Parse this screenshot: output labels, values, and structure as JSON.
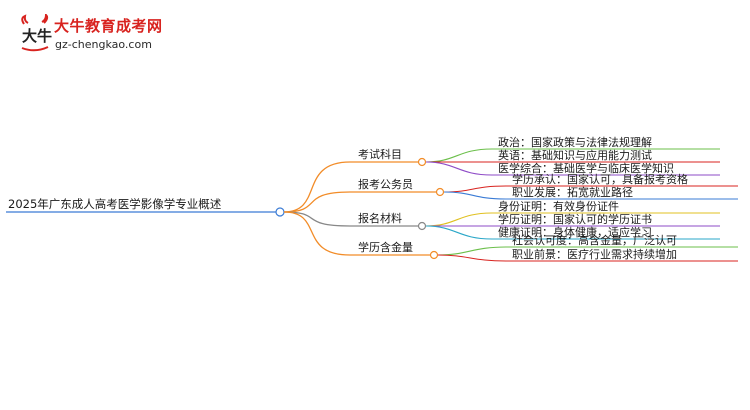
{
  "logo": {
    "glyph": "大牛",
    "site_name": "大牛教育成考网",
    "domain": "gz-chengkao.com",
    "brand_color": "#d8231f"
  },
  "mindmap": {
    "root": "2025年广东成人高考医学影像学专业概述",
    "branches": [
      {
        "label": "考试科目",
        "color": "#f28c28",
        "children": [
          {
            "label": "政治：国家政策与法律法规理解",
            "color": "#6bbf4a"
          },
          {
            "label": "英语：基础知识与应用能力测试",
            "color": "#d8231f"
          },
          {
            "label": "医学综合：基础医学与临床医学知识",
            "color": "#8e4bc7"
          }
        ]
      },
      {
        "label": "报考公务员",
        "color": "#f28c28",
        "children": [
          {
            "label": "学历承认：国家认可，具备报考资格",
            "color": "#d8231f"
          },
          {
            "label": "职业发展：拓宽就业路径",
            "color": "#3a7bd5"
          }
        ]
      },
      {
        "label": "报名材料",
        "color": "#888888",
        "children": [
          {
            "label": "身份证明：有效身份证件",
            "color": "#e0c020"
          },
          {
            "label": "学历证明：国家认可的学历证书",
            "color": "#8e4bc7"
          },
          {
            "label": "健康证明：身体健康，适应学习",
            "color": "#2aa7c8"
          }
        ]
      },
      {
        "label": "学历含金量",
        "color": "#f28c28",
        "children": [
          {
            "label": "社会认可度：高含金量，广泛认可",
            "color": "#6bbf4a"
          },
          {
            "label": "职业前景：医疗行业需求持续增加",
            "color": "#d8231f"
          }
        ]
      }
    ],
    "root_line_color": "#3a7bd5"
  }
}
